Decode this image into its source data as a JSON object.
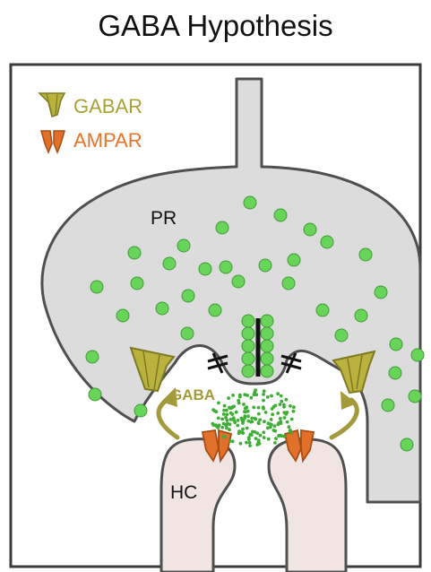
{
  "title": "GABA Hypothesis",
  "legend": [
    {
      "label": "GABAR",
      "color": "#a8a235",
      "icon": "gabar-receptor-icon"
    },
    {
      "label": "AMPAR",
      "color": "#e8742b",
      "icon": "ampar-receptor-icon"
    }
  ],
  "labels": {
    "photoreceptor": "PR",
    "horizontal_cell": "HC",
    "neurotransmitter": "GABA"
  },
  "colors": {
    "cell_fill": "#dcdcdc",
    "cell_stroke": "#4f4f4f",
    "hc_fill": "#f1e5e3",
    "vesicle": "#69d45a",
    "vesicle_stroke": "#3f9a36",
    "gabar": "#b9b23f",
    "ampar": "#e0702a",
    "arrow": "#a39a3b",
    "frame": "#3b3b3b"
  }
}
